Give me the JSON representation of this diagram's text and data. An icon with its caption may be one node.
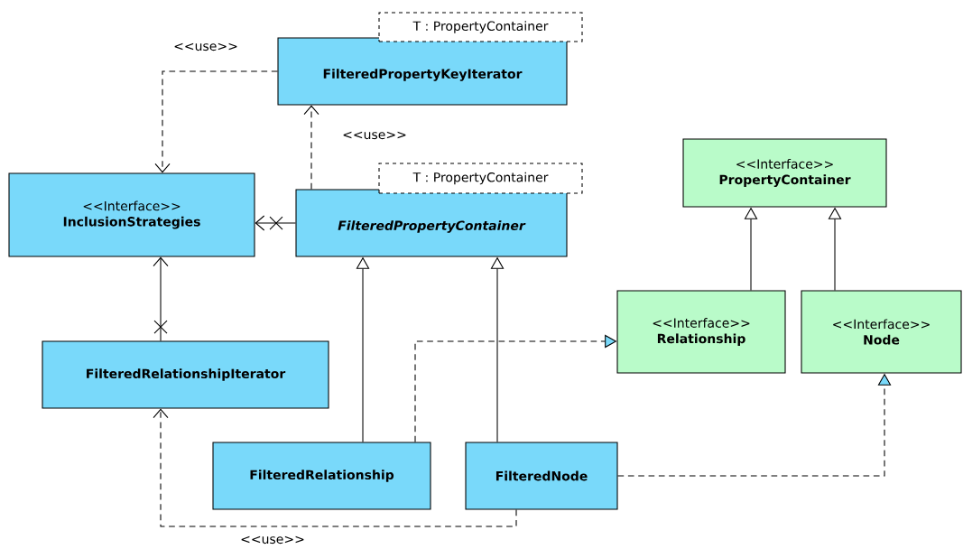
{
  "diagram": {
    "nodes": [
      {
        "text": [
          "T : PropertyContainer",
          "FilteredPropertyKeyIterator"
        ]
      },
      {
        "text": [
          "<<Interface>>",
          "InclusionStrategies"
        ]
      },
      {
        "text": [
          "T : PropertyContainer",
          "FilteredPropertyContainer"
        ]
      },
      {
        "text": [
          "<<Interface>>",
          "PropertyContainer"
        ]
      },
      {
        "text": [
          "FilteredRelationshipIterator"
        ]
      },
      {
        "text": [
          "<<Interface>>",
          "Relationship"
        ]
      },
      {
        "text": [
          "<<Interface>>",
          "Node"
        ]
      },
      {
        "text": [
          "FilteredRelationship"
        ]
      },
      {
        "text": [
          "FilteredNode"
        ]
      }
    ],
    "edges": [
      {
        "from": 0,
        "to": 1,
        "arrow": "to",
        "style": "dashed",
        "label": "<<use>>"
      },
      {
        "from": 2,
        "to": 0,
        "arrow": "to",
        "style": "dashed",
        "label": "<<use>>"
      },
      {
        "from": 2,
        "to": 1,
        "arrow": "to"
      },
      {
        "from": 4,
        "to": 1,
        "arrow": "to"
      },
      {
        "from": 7,
        "to": 2,
        "arrow": "to"
      },
      {
        "from": 8,
        "to": 2,
        "arrow": "to"
      },
      {
        "from": 5,
        "to": 3,
        "arrow": "to"
      },
      {
        "from": 6,
        "to": 3,
        "arrow": "to"
      },
      {
        "from": 7,
        "to": 5,
        "arrow": "to",
        "style": "dashed"
      },
      {
        "from": 8,
        "to": 6,
        "arrow": "to",
        "style": "dashed"
      },
      {
        "from": 8,
        "to": 4,
        "arrow": "to",
        "style": "dashed",
        "label": "<<use>>"
      }
    ]
  }
}
